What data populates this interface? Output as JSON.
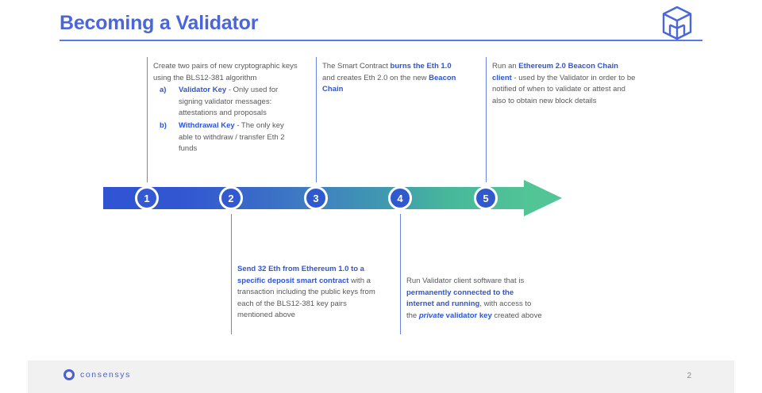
{
  "slide": {
    "title": "Becoming a Validator",
    "brand_color": "#4a66d8",
    "rule_color": "#5c79e8",
    "logo_name": "consensys-cube-logo"
  },
  "timeline": {
    "gradient_from": "#2f54d3",
    "gradient_to": "#52c596",
    "steps": [
      {
        "number": "1",
        "color": "#3558d4"
      },
      {
        "number": "2",
        "color": "#3259d2"
      },
      {
        "number": "3",
        "color": "#2f59ce"
      },
      {
        "number": "4",
        "color": "#2f59cd"
      },
      {
        "number": "5",
        "color": "#2f59cd"
      }
    ]
  },
  "callouts": {
    "step1": {
      "intro": "Create two pairs of new cryptographic keys using the BLS12-381 algorithm",
      "items": [
        {
          "marker": "a)",
          "term": "Validator Key",
          "rest": " - Only used for signing validator messages: attestations and proposals"
        },
        {
          "marker": "b)",
          "term": "Withdrawal Key",
          "rest": " - The only key able to withdraw / transfer Eth 2 funds"
        }
      ]
    },
    "step2": {
      "part_a_bold": "Send 32 Eth from Ethereum 1.0 to a specific deposit smart contract",
      "part_b": " with a transaction including the public keys from each of the BLS12-381 key pairs mentioned above"
    },
    "step3": {
      "lead": "The Smart Contract ",
      "bold_1": "burns the Eth 1.0",
      "mid": " and creates Eth 2.0 on the new ",
      "bold_2": "Beacon Chain"
    },
    "step4": {
      "lead": "Run Validator client software that is ",
      "bold_1": "permanently connected to the internet and running",
      "mid": ", with access to the ",
      "bold_italic": "private",
      "bold_2": " validator key",
      "tail": " created above"
    },
    "step5": {
      "lead": "Run an ",
      "bold_1": "Ethereum 2.0 Beacon Chain client",
      "tail": " - used by the Validator in order to be notified of when to validate or attest and also to obtain new block details"
    }
  },
  "footer": {
    "brand": "consensys",
    "page_number": "2"
  }
}
